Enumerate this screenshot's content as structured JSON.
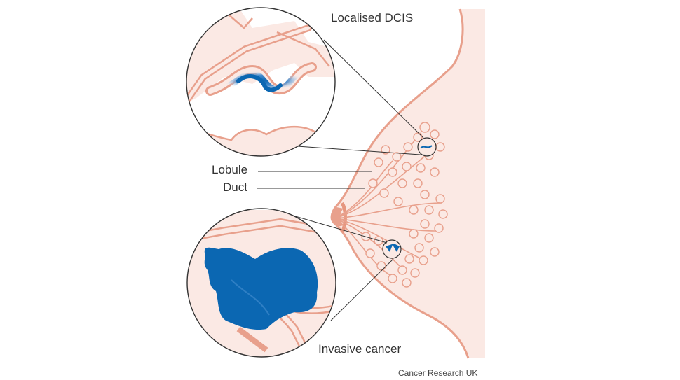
{
  "labels": {
    "localised_dcis": "Localised DCIS",
    "lobule": "Lobule",
    "duct": "Duct",
    "invasive_cancer": "Invasive cancer"
  },
  "credit": "Cancer Research UK",
  "colors": {
    "skin_fill": "#fbe9e4",
    "skin_outline": "#e8a08c",
    "duct_line": "#e8a08c",
    "cancer_blue": "#0b67b2",
    "leader_line": "#333333",
    "text": "#333333"
  },
  "icons": [
    "breast-outline",
    "lobule-cluster",
    "magnifier-circle"
  ]
}
